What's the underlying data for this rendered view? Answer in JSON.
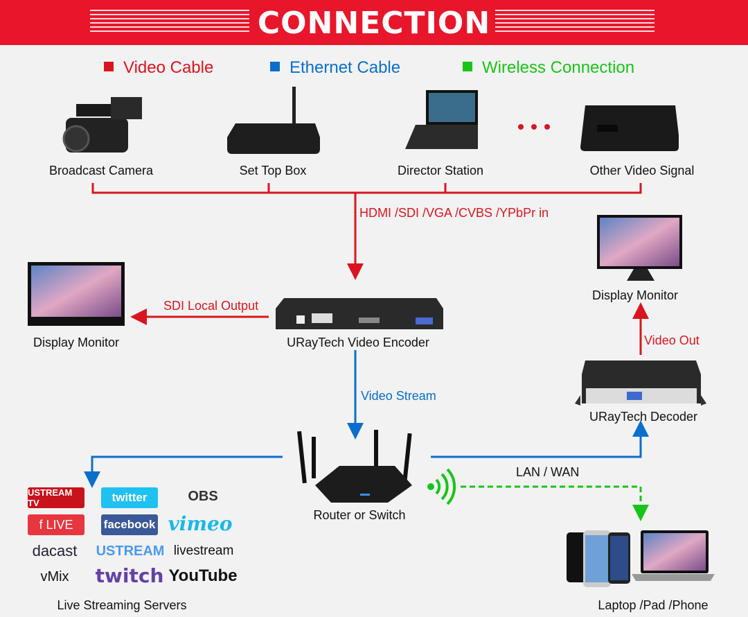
{
  "header": {
    "title": "CONNECTION"
  },
  "legend": [
    {
      "label": "Video Cable",
      "color": "#d9161f"
    },
    {
      "label": "Ethernet Cable",
      "color": "#0a6fcc"
    },
    {
      "label": "Wireless Connection",
      "color": "#19c41a"
    }
  ],
  "sources": {
    "camera": "Broadcast Camera",
    "stb": "Set Top Box",
    "director": "Director Station",
    "other": "Other Video Signal"
  },
  "links": {
    "input": "HDMI /SDI /VGA /CVBS /YPbPr in",
    "sdi": "SDI Local Output",
    "stream": "Video Stream",
    "video_out": "Video Out",
    "lan": "LAN / WAN"
  },
  "devices": {
    "encoder": "URayTech Video Encoder",
    "monitor_left": "Display Monitor",
    "monitor_right": "Display Monitor",
    "decoder": "URayTech Decoder",
    "router": "Router or Switch",
    "clients": "Laptop /Pad /Phone",
    "servers": "Live Streaming Servers"
  },
  "platforms": [
    "USTREAM TV",
    "twitter",
    "OBS",
    "f LIVE",
    "facebook",
    "vimeo",
    "dacast",
    "USTREAM",
    "livestream",
    "vMix",
    "twitch",
    "YouTube"
  ]
}
